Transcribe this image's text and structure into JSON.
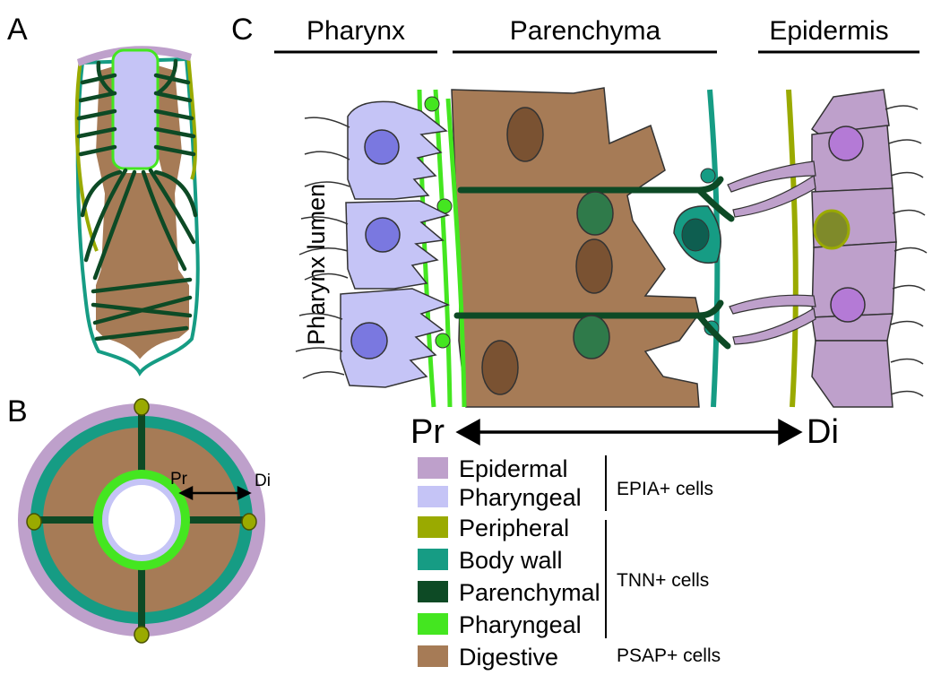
{
  "panels": {
    "a": "A",
    "b": "B",
    "c": "C"
  },
  "panel_c": {
    "headers": {
      "pharynx": "Pharynx",
      "parenchyma": "Parenchyma",
      "epidermis": "Epidermis"
    },
    "lumen_label": "Pharynx lumen",
    "axis": {
      "proximal": "Pr",
      "distal": "Di"
    }
  },
  "panel_b": {
    "axis": {
      "proximal": "Pr",
      "distal": "Di"
    }
  },
  "colors": {
    "epidermal": "#bea0cb",
    "pharyngeal_epia": "#c5c4f6",
    "peripheral": "#9aaa00",
    "body_wall": "#169c84",
    "parenchymal": "#0d4a25",
    "pharyngeal_tnn": "#44e620",
    "digestive": "#a67b56",
    "epidermal_nucleus": "#b47ad6",
    "pharyngeal_nucleus": "#7a78e0",
    "digestive_nucleus": "#7a5232",
    "parenchymal_nucleus": "#2f7a4a",
    "body_wall_nucleus": "#0e5e50",
    "peripheral_nucleus": "#7f8a2a"
  },
  "legend": {
    "items": [
      {
        "label": "Epidermal",
        "color": "#bea0cb"
      },
      {
        "label": "Pharyngeal",
        "color": "#c5c4f6"
      },
      {
        "label": "Peripheral",
        "color": "#9aaa00"
      },
      {
        "label": "Body wall",
        "color": "#169c84"
      },
      {
        "label": "Parenchymal",
        "color": "#0d4a25"
      },
      {
        "label": "Pharyngeal",
        "color": "#44e620"
      },
      {
        "label": "Digestive",
        "color": "#a67b56"
      }
    ],
    "groups": {
      "epia": "EPIA+ cells",
      "tnn": "TNN+ cells",
      "psap": "PSAP+ cells"
    }
  }
}
